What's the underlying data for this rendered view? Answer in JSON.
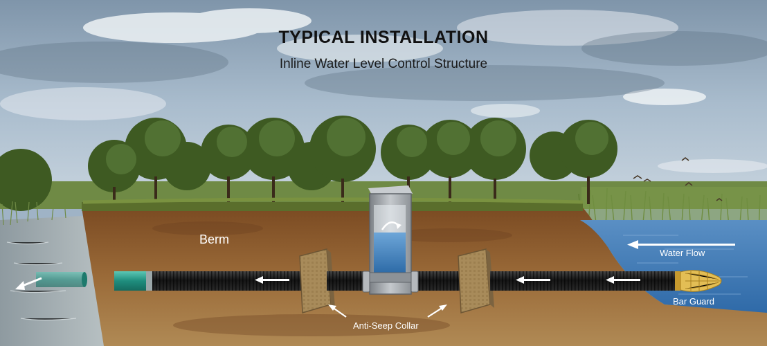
{
  "title": "TYPICAL INSTALLATION",
  "subtitle": "Inline Water Level Control Structure",
  "labels": {
    "berm": "Berm",
    "water_flow": "Water Flow",
    "bar_guard": "Bar Guard",
    "anti_seep_collar": "Anti-Seep Collar"
  },
  "colors": {
    "sky": "#9fb3c6",
    "soil": "#8a5a2e",
    "grass": "#5f7a35",
    "water": "#3f78b5",
    "pipe": "#1b1b1b",
    "pipe_end": "#2a9a8a",
    "collar": "#a08455",
    "structure": "#9ea3a8",
    "bar_guard": "#d8b24a",
    "arrow": "#ffffff"
  }
}
